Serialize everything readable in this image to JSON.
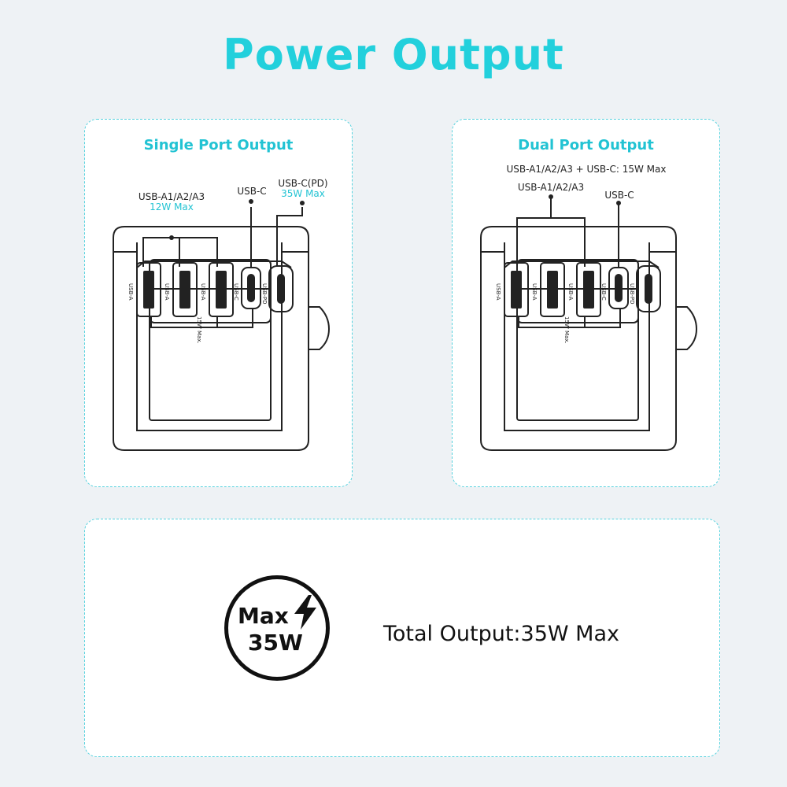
{
  "page": {
    "title": "Power Output"
  },
  "single": {
    "title": "Single Port Output",
    "label_usba": "USB-A1/A2/A3",
    "label_usba_power": "12W Max",
    "label_usbc": "USB-C",
    "label_pd": "USB-C(PD)",
    "label_pd_power": "35W Max",
    "ports": [
      "USB-A",
      "USB-A",
      "USB-A",
      "USB-C",
      "USB-PD"
    ],
    "note": "15W Max."
  },
  "dual": {
    "title": "Dual Port Output",
    "label_combo": "USB-A1/A2/A3 + USB-C: 15W Max",
    "label_usba": "USB-A1/A2/A3",
    "label_usbc": "USB-C",
    "ports": [
      "USB-A",
      "USB-A",
      "USB-A",
      "USB-C",
      "USB-PD"
    ],
    "note": "15W Max."
  },
  "total": {
    "badge_line1": "Max",
    "badge_line2": "35W",
    "text": "Total Output:35W Max"
  },
  "colors": {
    "accent": "#22d0dc",
    "border": "#57d2de",
    "background": "#eef2f5"
  },
  "icons": [
    "lightning-bolt-icon"
  ]
}
